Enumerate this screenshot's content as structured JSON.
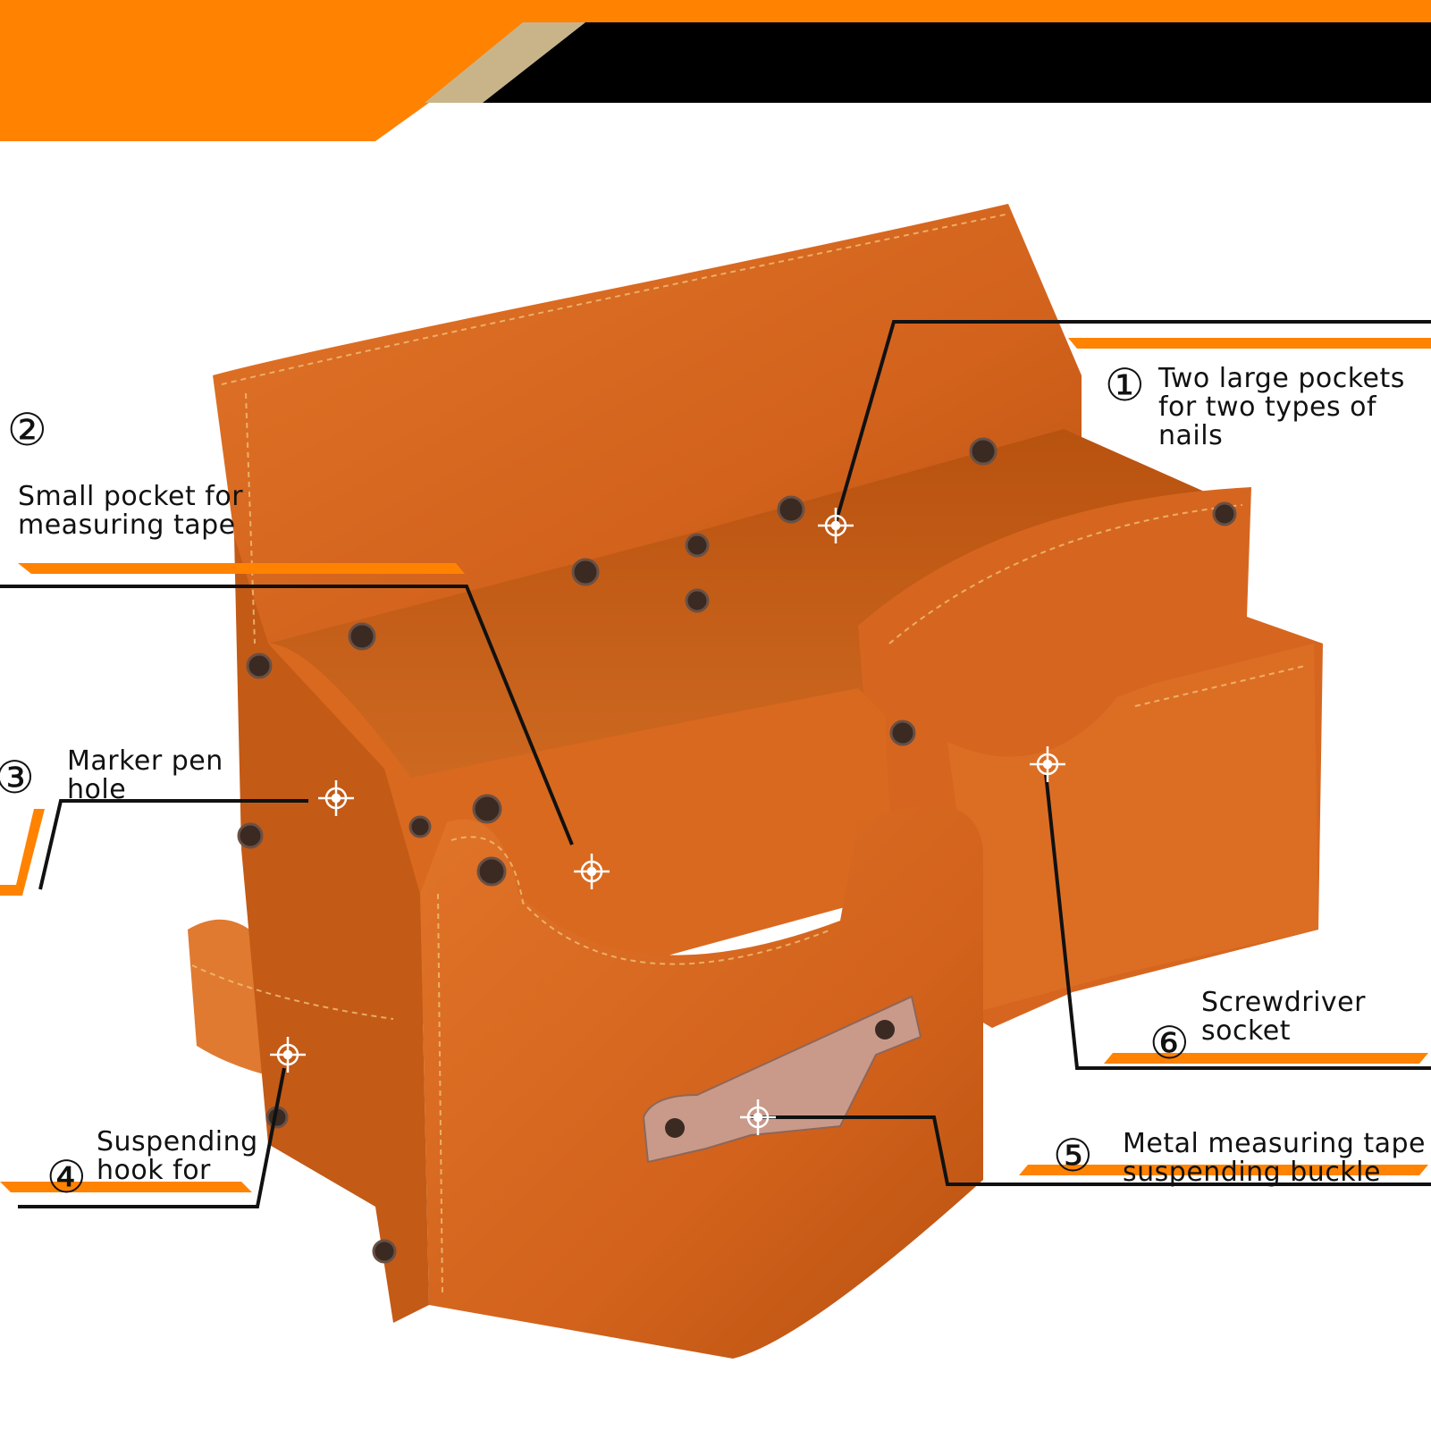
{
  "colors": {
    "accent_orange": "#ff8200",
    "banner_black": "#000000",
    "banner_tan": "#c9b48a",
    "leather": "#d8661f",
    "leather_dark": "#a9480f",
    "leather_light": "#e98a3c",
    "rivet": "#3a2a22",
    "metal_buckle": "#c99a8a",
    "leader_line": "#111111"
  },
  "callouts": [
    {
      "number": "①",
      "lines": [
        "Two large pockets",
        "for two types of",
        "nails"
      ]
    },
    {
      "number": "②",
      "lines": [
        "Small pocket for",
        "measuring tape"
      ]
    },
    {
      "number": "③",
      "lines": [
        "Marker pen",
        "hole"
      ]
    },
    {
      "number": "④",
      "lines": [
        "Suspending",
        "hook for"
      ]
    },
    {
      "number": "⑤",
      "lines": [
        "Metal measuring tape",
        "suspending buckle"
      ]
    },
    {
      "number": "⑥",
      "lines": [
        "Screwdriver",
        "socket"
      ]
    }
  ],
  "icons": {
    "marker": "crosshair-marker-icon",
    "rivet": "rivet-icon"
  }
}
